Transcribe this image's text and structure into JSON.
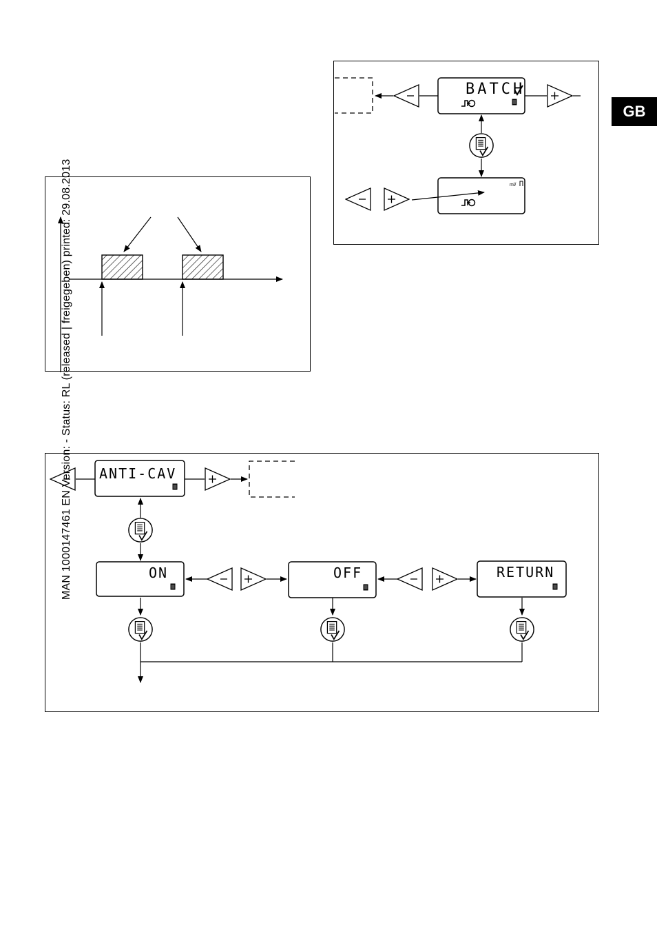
{
  "tab": {
    "label": "GB"
  },
  "side_note": {
    "text": "MAN  1000147461  EN  Version: -   Status: RL (released | freigegeben)  printed: 29.08.2013"
  },
  "batch_panel": {
    "display_label": "BATCH",
    "unit_label": "ml/",
    "minus": "−",
    "plus": "+"
  },
  "anticav_panel": {
    "header_display": "ANTI-CAV",
    "options": [
      "ON",
      "OFF",
      "RETURN"
    ],
    "minus": "−",
    "plus": "+"
  },
  "icons": {
    "menu_button": "menu-check-icon",
    "prev": "minus-triangle-icon",
    "next": "plus-triangle-icon",
    "pulse": "pulse-symbol-icon",
    "battery": "battery-icon"
  }
}
